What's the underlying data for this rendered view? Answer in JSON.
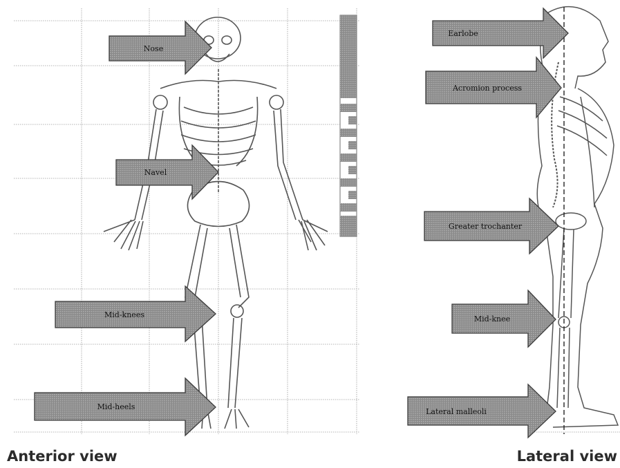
{
  "anterior": {
    "caption": "Anterior view",
    "landmarks": [
      "Nose",
      "Navel",
      "Mid-knees",
      "Mid-heels"
    ]
  },
  "lateral": {
    "caption": "Lateral view",
    "landmarks": [
      "Earlobe",
      "Acromion process",
      "Greater trochanter",
      "Mid-knee",
      "Lateral malleoli"
    ]
  },
  "colors": {
    "arrow_fill": "#8f8f8f",
    "arrow_stroke": "#3a3a3a",
    "grid_line": "#9a9a9a",
    "bone": "#555555",
    "scale_bar_dark": "#6e6e6e"
  },
  "icons": [
    "skeleton-anterior-figure",
    "skeleton-lateral-figure",
    "plumb-line",
    "height-scale-bar"
  ]
}
